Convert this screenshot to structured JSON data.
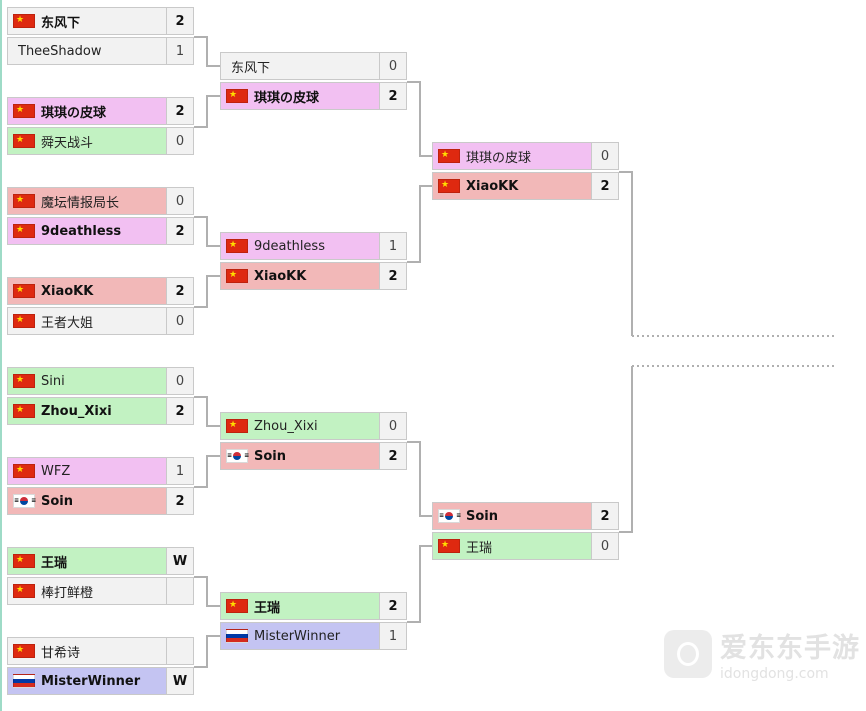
{
  "bracket": {
    "round1": [
      {
        "p1": {
          "name": "东风下",
          "flag": "cn",
          "score": "2",
          "color": "grey",
          "win": true
        },
        "p2": {
          "name": "TheeShadow",
          "flag": "",
          "score": "1",
          "color": "grey",
          "win": false
        }
      },
      {
        "p1": {
          "name": "琪琪の皮球",
          "flag": "cn",
          "score": "2",
          "color": "pink",
          "win": true
        },
        "p2": {
          "name": "舜天战斗",
          "flag": "cn",
          "score": "0",
          "color": "green",
          "win": false
        }
      },
      {
        "p1": {
          "name": "魔坛情报局长",
          "flag": "cn",
          "score": "0",
          "color": "red",
          "win": false
        },
        "p2": {
          "name": "9deathless",
          "flag": "cn",
          "score": "2",
          "color": "pink",
          "win": true
        }
      },
      {
        "p1": {
          "name": "XiaoKK",
          "flag": "cn",
          "score": "2",
          "color": "red",
          "win": true
        },
        "p2": {
          "name": "王者大姐",
          "flag": "cn",
          "score": "0",
          "color": "grey",
          "win": false
        }
      },
      {
        "p1": {
          "name": "Sini",
          "flag": "cn",
          "score": "0",
          "color": "green",
          "win": false
        },
        "p2": {
          "name": "Zhou_Xixi",
          "flag": "cn",
          "score": "2",
          "color": "green",
          "win": true
        }
      },
      {
        "p1": {
          "name": "WFZ",
          "flag": "cn",
          "score": "1",
          "color": "pink",
          "win": false
        },
        "p2": {
          "name": "Soin",
          "flag": "kr",
          "score": "2",
          "color": "red",
          "win": true
        }
      },
      {
        "p1": {
          "name": "王瑞",
          "flag": "cn",
          "score": "W",
          "color": "green",
          "win": true
        },
        "p2": {
          "name": "棒打鲜橙",
          "flag": "cn",
          "score": "",
          "color": "grey",
          "win": false
        }
      },
      {
        "p1": {
          "name": "甘希诗",
          "flag": "cn",
          "score": "",
          "color": "grey",
          "win": false
        },
        "p2": {
          "name": "MisterWinner",
          "flag": "ru",
          "score": "W",
          "color": "blue",
          "win": true
        }
      }
    ],
    "round2": [
      {
        "p1": {
          "name": "东风下",
          "flag": "",
          "score": "0",
          "color": "grey",
          "win": false
        },
        "p2": {
          "name": "琪琪の皮球",
          "flag": "cn",
          "score": "2",
          "color": "pink",
          "win": true
        }
      },
      {
        "p1": {
          "name": "9deathless",
          "flag": "cn",
          "score": "1",
          "color": "pink",
          "win": false
        },
        "p2": {
          "name": "XiaoKK",
          "flag": "cn",
          "score": "2",
          "color": "red",
          "win": true
        }
      },
      {
        "p1": {
          "name": "Zhou_Xixi",
          "flag": "cn",
          "score": "0",
          "color": "green",
          "win": false
        },
        "p2": {
          "name": "Soin",
          "flag": "kr",
          "score": "2",
          "color": "red",
          "win": true
        }
      },
      {
        "p1": {
          "name": "王瑞",
          "flag": "cn",
          "score": "2",
          "color": "green",
          "win": true
        },
        "p2": {
          "name": "MisterWinner",
          "flag": "ru",
          "score": "1",
          "color": "blue",
          "win": false
        }
      }
    ],
    "round3": [
      {
        "p1": {
          "name": "琪琪の皮球",
          "flag": "cn",
          "score": "0",
          "color": "pink",
          "win": false
        },
        "p2": {
          "name": "XiaoKK",
          "flag": "cn",
          "score": "2",
          "color": "red",
          "win": true
        }
      },
      {
        "p1": {
          "name": "Soin",
          "flag": "kr",
          "score": "2",
          "color": "red",
          "win": true
        },
        "p2": {
          "name": "王瑞",
          "flag": "cn",
          "score": "0",
          "color": "green",
          "win": false
        }
      }
    ]
  },
  "watermark": {
    "title": "爱东东手游",
    "url": "idongdong.com"
  },
  "colors": {
    "pink": "#f2c0f2",
    "green": "#c2f2c2",
    "red": "#f2b8b8",
    "grey": "#f2f2f2",
    "blue": "#c4c4f2",
    "connector": "#b0b0b0"
  }
}
